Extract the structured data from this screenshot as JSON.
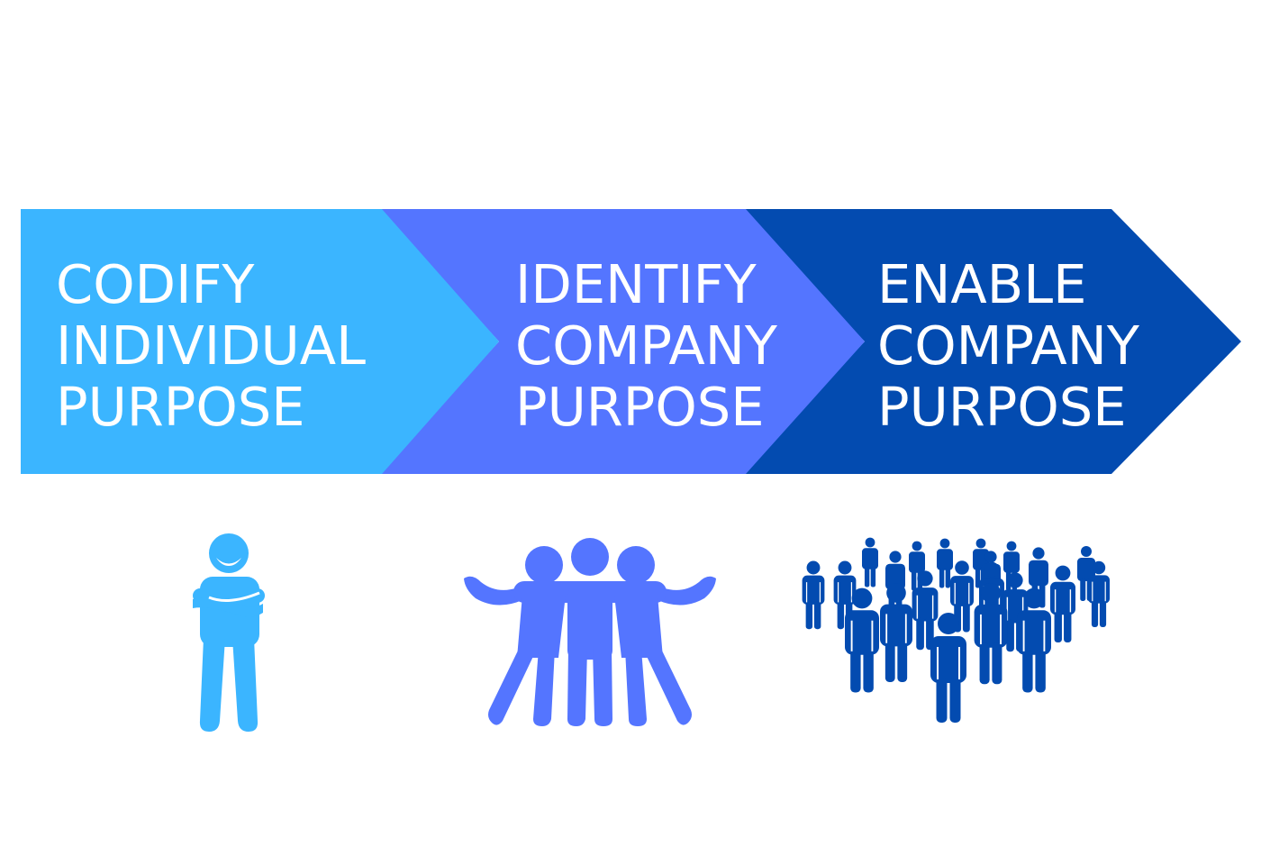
{
  "steps": [
    {
      "lines": [
        "CODIFY",
        "INDIVIDUAL",
        "PURPOSE"
      ],
      "color": "#3BB5FF",
      "icon": "single-person-arms-crossed-icon"
    },
    {
      "lines": [
        "IDENTIFY",
        "COMPANY",
        "PURPOSE"
      ],
      "color": "#5475FF",
      "icon": "three-people-group-icon"
    },
    {
      "lines": [
        "ENABLE",
        "COMPANY",
        "PURPOSE"
      ],
      "color": "#034BB0",
      "icon": "crowd-of-people-icon"
    }
  ],
  "text_color": "#FFFFFF",
  "background_color": "#FFFFFF"
}
